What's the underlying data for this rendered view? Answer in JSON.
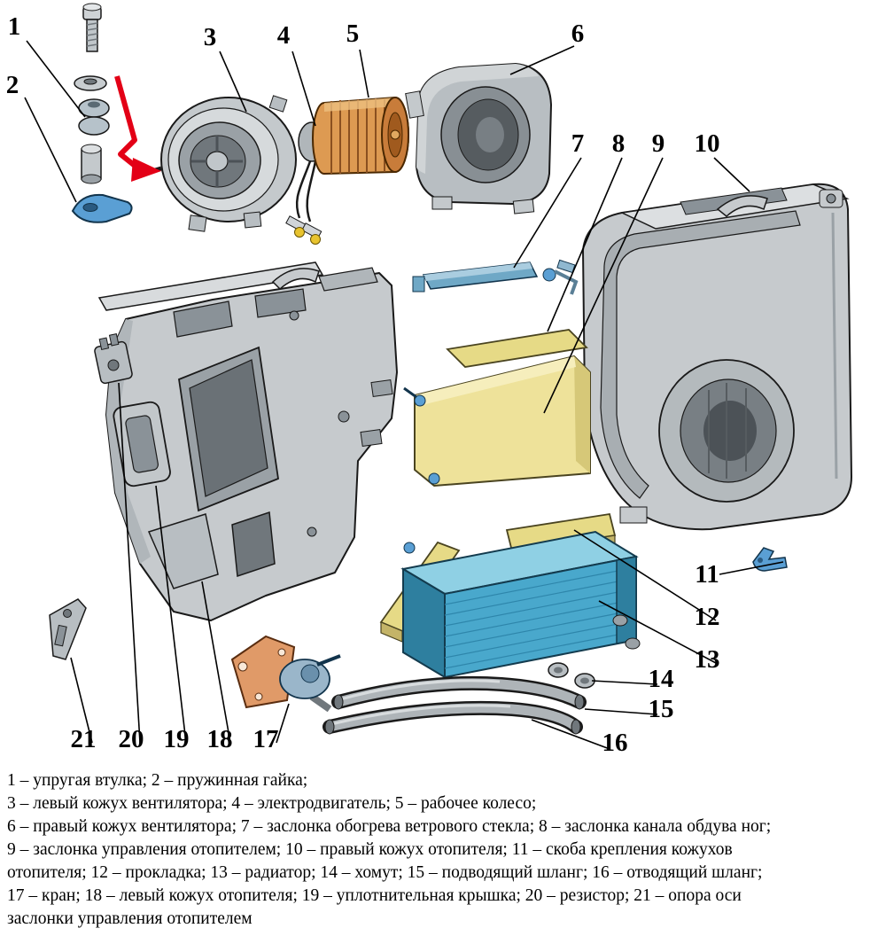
{
  "callouts": [
    {
      "label": "1"
    },
    {
      "label": "2"
    },
    {
      "label": "3"
    },
    {
      "label": "4"
    },
    {
      "label": "5"
    },
    {
      "label": "6"
    },
    {
      "label": "7"
    },
    {
      "label": "8"
    },
    {
      "label": "9"
    },
    {
      "label": "10"
    },
    {
      "label": "11"
    },
    {
      "label": "12"
    },
    {
      "label": "13"
    },
    {
      "label": "14"
    },
    {
      "label": "15"
    },
    {
      "label": "16"
    },
    {
      "label": "17"
    },
    {
      "label": "18"
    },
    {
      "label": "19"
    },
    {
      "label": "20"
    },
    {
      "label": "21"
    }
  ],
  "legend": {
    "lines": [
      "1 – упругая втулка; 2 – пружинная гайка;",
      "3 – левый кожух вентилятора; 4 – электродвигатель; 5 – рабочее колесо;",
      "6 – правый кожух вентилятора; 7 – заслонка обогрева ветрового стекла; 8 – заслонка канала обдува ног;",
      "9 – заслонка управления отопителем; 10 – правый кожух отопителя; 11 – скоба крепления кожухов",
      "отопителя; 12 – прокладка; 13 – радиатор; 14 – хомут; 15 – подводящий шланг; 16 – отводящий шланг;",
      "17 – кран; 18 – левый кожух отопителя; 19 – уплотнительная крышка; 20 – резистор; 21 – опора оси",
      "заслонки управления отопителем"
    ]
  },
  "parts": [
    {
      "number": "1",
      "name": "упругая втулка"
    },
    {
      "number": "2",
      "name": "пружинная гайка"
    },
    {
      "number": "3",
      "name": "левый кожух вентилятора"
    },
    {
      "number": "4",
      "name": "электродвигатель"
    },
    {
      "number": "5",
      "name": "рабочее колесо"
    },
    {
      "number": "6",
      "name": "правый кожух вентилятора"
    },
    {
      "number": "7",
      "name": "заслонка обогрева ветрового стекла"
    },
    {
      "number": "8",
      "name": "заслонка канала обдува ног"
    },
    {
      "number": "9",
      "name": "заслонка управления отопителем"
    },
    {
      "number": "10",
      "name": "правый кожух отопителя"
    },
    {
      "number": "11",
      "name": "скоба крепления кожухов отопителя"
    },
    {
      "number": "12",
      "name": "прокладка"
    },
    {
      "number": "13",
      "name": "радиатор"
    },
    {
      "number": "14",
      "name": "хомут"
    },
    {
      "number": "15",
      "name": "подводящий шланг"
    },
    {
      "number": "16",
      "name": "отводящий шланг"
    },
    {
      "number": "17",
      "name": "кран"
    },
    {
      "number": "18",
      "name": "левый кожух отопителя"
    },
    {
      "number": "19",
      "name": "уплотнительная крышка"
    },
    {
      "number": "20",
      "name": "резистор"
    },
    {
      "number": "21",
      "name": "опора оси заслонки управления отопителем"
    }
  ],
  "colors": {
    "background": "#ffffff",
    "housing_gray": "#c6cacd",
    "impeller_orange": "#dd9a52",
    "flap_yellow": "#eee29a",
    "radiator_blue": "#49a8cc",
    "hardware_blue": "#5a9fd4",
    "tap_orange": "#e09a68",
    "arrow_red": "#e30016",
    "line_black": "#000000"
  }
}
